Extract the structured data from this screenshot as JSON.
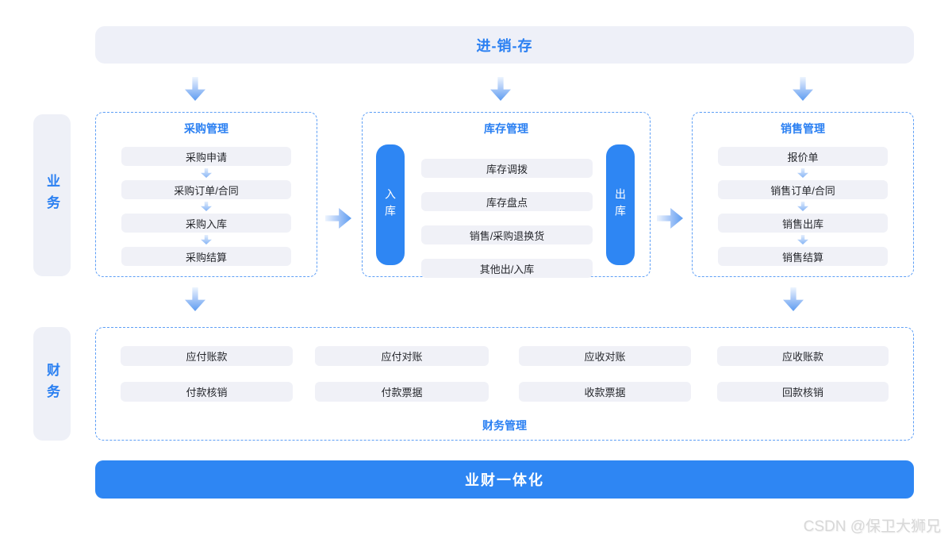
{
  "colors": {
    "accent_blue": "#2e86f3",
    "title_blue": "#2b80f2",
    "top_banner_bg": "#eef0f8",
    "item_bg": "#f0f1f7",
    "dashed_border": "#5e9ff6"
  },
  "top_banner": {
    "label": "进-销-存"
  },
  "sidebar": {
    "business": "业务",
    "finance": "财务"
  },
  "sections": {
    "purchase": {
      "title": "采购管理",
      "items": [
        "采购申请",
        "采购订单/合同",
        "采购入库",
        "采购结算"
      ]
    },
    "inventory": {
      "title": "库存管理",
      "inbound": "入库",
      "outbound": "出库",
      "items": [
        "库存调拨",
        "库存盘点",
        "销售/采购退换货",
        "其他出/入库"
      ]
    },
    "sales": {
      "title": "销售管理",
      "items": [
        "报价单",
        "销售订单/合同",
        "销售出库",
        "销售结算"
      ]
    },
    "finance": {
      "title": "财务管理",
      "row1": [
        "应付账款",
        "应付对账",
        "应收对账",
        "应收账款"
      ],
      "row2": [
        "付款核销",
        "付款票据",
        "收款票据",
        "回款核销"
      ]
    }
  },
  "bottom_banner": {
    "label": "业财一体化"
  },
  "watermark": "CSDN @保卫大狮兄"
}
